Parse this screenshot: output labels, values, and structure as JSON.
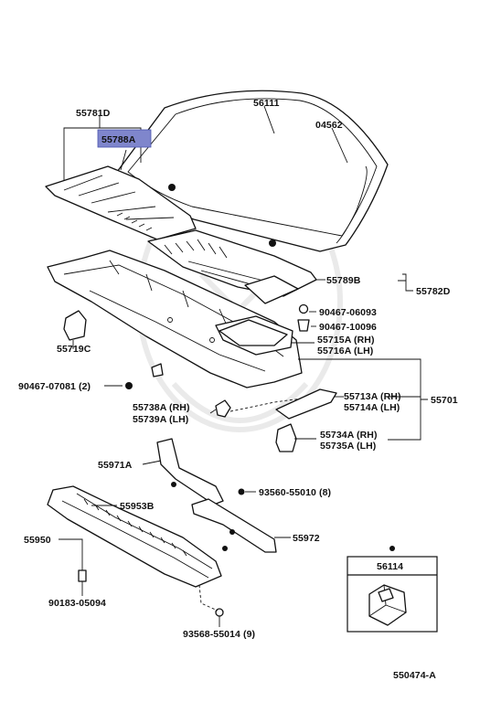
{
  "diagram": {
    "parts": {
      "p55781D": "55781D",
      "p55788A": "55788A",
      "p56111": "56111",
      "p04562": "04562",
      "p55789B": "55789B",
      "p55782D": "55782D",
      "p90467_06093": "90467-06093",
      "p90467_10096": "90467-10096",
      "p55715A": "55715A (RH)",
      "p55716A": "55716A (LH)",
      "p55719C": "55719C",
      "p90467_07081": "90467-07081 (2)",
      "p55738A": "55738A (RH)",
      "p55739A": "55739A (LH)",
      "p55713A": "55713A (RH)",
      "p55714A": "55714A (LH)",
      "p55701": "55701",
      "p55734A": "55734A (RH)",
      "p55735A": "55735A (LH)",
      "p55971A": "55971A",
      "p93560": "93560-55010 (8)",
      "p55953B": "55953B",
      "p55950": "55950",
      "p55972": "55972",
      "p56114": "56114",
      "p90183": "90183-05094",
      "p93568": "93568-55014 (9)"
    },
    "figure_number": "550474-A",
    "highlight_color": "#7f86cc"
  }
}
